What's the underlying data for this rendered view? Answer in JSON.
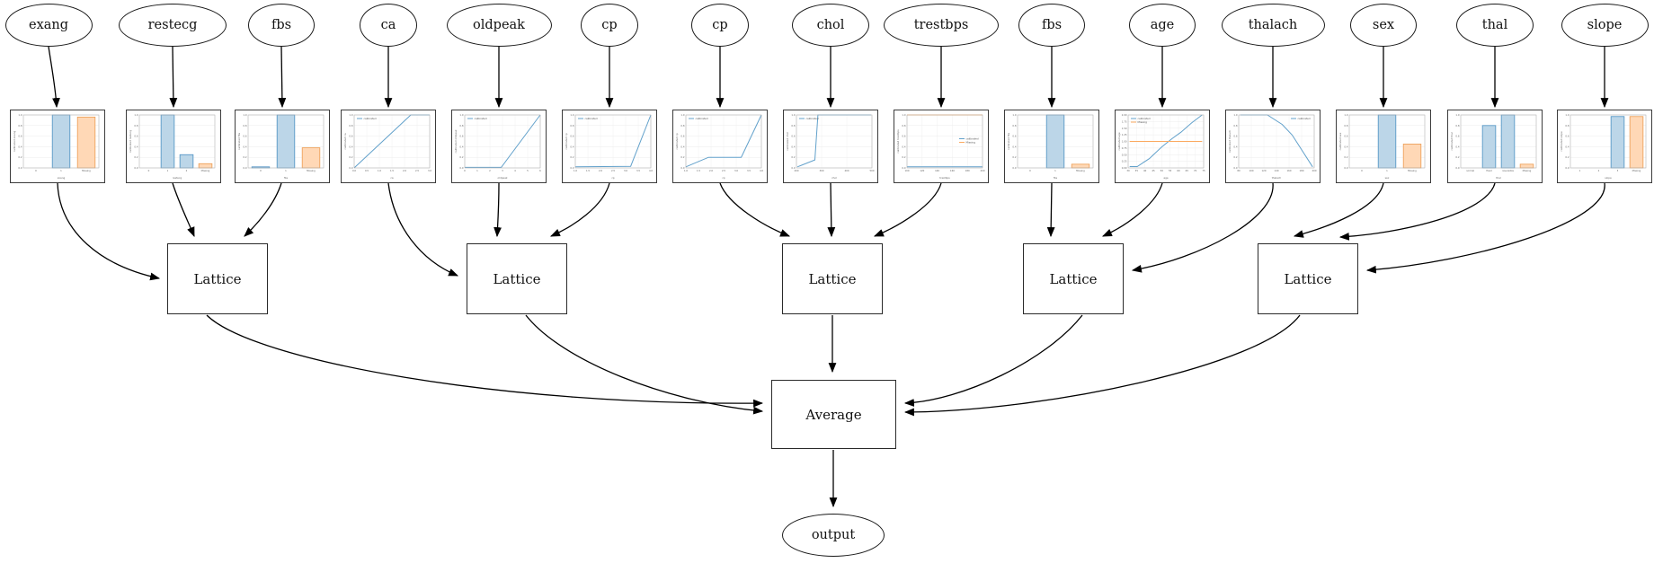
{
  "diagram": {
    "features": [
      {
        "label": "exang"
      },
      {
        "label": "restecg"
      },
      {
        "label": "fbs"
      },
      {
        "label": "ca"
      },
      {
        "label": "oldpeak"
      },
      {
        "label": "cp"
      },
      {
        "label": "cp"
      },
      {
        "label": "chol"
      },
      {
        "label": "trestbps"
      },
      {
        "label": "fbs"
      },
      {
        "label": "age"
      },
      {
        "label": "thalach"
      },
      {
        "label": "sex"
      },
      {
        "label": "thal"
      },
      {
        "label": "slope"
      }
    ],
    "lattice_nodes": [
      {
        "label": "Lattice",
        "inputs": [
          "exang",
          "restecg",
          "fbs"
        ]
      },
      {
        "label": "Lattice",
        "inputs": [
          "ca",
          "oldpeak",
          "cp"
        ]
      },
      {
        "label": "Lattice",
        "inputs": [
          "cp",
          "chol",
          "trestbps"
        ]
      },
      {
        "label": "Lattice",
        "inputs": [
          "fbs",
          "age",
          "thalach"
        ]
      },
      {
        "label": "Lattice",
        "inputs": [
          "sex",
          "thal",
          "slope"
        ]
      }
    ],
    "average_node": {
      "label": "Average"
    },
    "output_node": {
      "label": "output"
    }
  },
  "colors": {
    "bar_blue_fill": "#bcd6e8",
    "bar_blue_edge": "#4a90c2",
    "bar_orange_fill": "#ffd8b6",
    "bar_orange_edge": "#ec9b50",
    "line_blue": "#62a1cb",
    "line_orange": "#fbaa60",
    "grid": "#ececec",
    "frame": "#b3b3b3",
    "tick_text": "#666666",
    "edge": "#000000"
  },
  "chart_data": [
    {
      "type": "bar",
      "feature": "exang",
      "xlabel": "exang",
      "ylabel": "calibrated exang",
      "categories": [
        "0",
        "1",
        "Missing"
      ],
      "values": [
        0,
        1.0,
        0.96
      ],
      "bar_colors": [
        "blue",
        "blue",
        "orange"
      ],
      "ylim": [
        0,
        1
      ],
      "yticks": [
        "0.0",
        "0.2",
        "0.4",
        "0.6",
        "0.8",
        "1.0"
      ],
      "grid": true
    },
    {
      "type": "bar",
      "feature": "restecg",
      "xlabel": "restecg",
      "ylabel": "calibrated restecg",
      "categories": [
        "0",
        "1",
        "2",
        "Missing"
      ],
      "values": [
        0,
        1.0,
        0.25,
        0.08
      ],
      "bar_colors": [
        "blue",
        "blue",
        "blue",
        "orange"
      ],
      "ylim": [
        0,
        1
      ],
      "yticks": [
        "0.0",
        "0.2",
        "0.4",
        "0.6",
        "0.8",
        "1.0"
      ],
      "grid": true
    },
    {
      "type": "bar",
      "feature": "fbs",
      "xlabel": "fbs",
      "ylabel": "calibrated fbs",
      "categories": [
        "0",
        "1",
        "Missing"
      ],
      "values": [
        0.02,
        1.0,
        0.38
      ],
      "bar_colors": [
        "blue",
        "blue",
        "orange"
      ],
      "ylim": [
        0,
        1
      ],
      "yticks": [
        "0.0",
        "0.2",
        "0.4",
        "0.6",
        "0.8",
        "1.0"
      ],
      "grid": true
    },
    {
      "type": "line",
      "feature": "ca",
      "xlabel": "ca",
      "ylabel": "calibrated ca",
      "xlim": [
        0,
        3
      ],
      "xticks": [
        "0.0",
        "0.5",
        "1.0",
        "1.5",
        "2.0",
        "2.5",
        "3.0"
      ],
      "ylim": [
        0,
        1
      ],
      "yticks": [
        "0.0",
        "0.2",
        "0.4",
        "0.6",
        "0.8",
        "1.0"
      ],
      "grid": true,
      "legend": {
        "position": "top-left",
        "entries": [
          "calibrated"
        ]
      },
      "series": [
        {
          "name": "calibrated",
          "color": "blue",
          "x": [
            0,
            2.25,
            3
          ],
          "y": [
            0.0,
            1.0,
            1.0
          ]
        }
      ]
    },
    {
      "type": "line",
      "feature": "oldpeak",
      "xlabel": "oldpeak",
      "ylabel": "calibrated oldpeak",
      "xlim": [
        0,
        6.2
      ],
      "xticks": [
        "0",
        "1",
        "2",
        "3",
        "4",
        "5",
        "6"
      ],
      "ylim": [
        0,
        1
      ],
      "yticks": [
        "0.0",
        "0.2",
        "0.4",
        "0.6",
        "0.8",
        "1.0"
      ],
      "grid": true,
      "legend": {
        "position": "top-left",
        "entries": [
          "calibrated"
        ]
      },
      "series": [
        {
          "name": "calibrated",
          "color": "blue",
          "x": [
            0,
            3,
            6.2
          ],
          "y": [
            0.01,
            0.01,
            1.0
          ]
        }
      ]
    },
    {
      "type": "line",
      "feature": "cp",
      "xlabel": "cp",
      "ylabel": "calibrated cp",
      "xlim": [
        1,
        4
      ],
      "xticks": [
        "1.0",
        "1.5",
        "2.0",
        "2.5",
        "3.0",
        "3.5",
        "4.0"
      ],
      "ylim": [
        0,
        1
      ],
      "yticks": [
        "0.0",
        "0.2",
        "0.4",
        "0.6",
        "0.8",
        "1.0"
      ],
      "grid": true,
      "legend": {
        "position": "top-left",
        "entries": [
          "calibrated"
        ]
      },
      "series": [
        {
          "name": "calibrated",
          "color": "blue",
          "x": [
            1,
            3.2,
            4
          ],
          "y": [
            0.02,
            0.03,
            1.0
          ]
        }
      ]
    },
    {
      "type": "line",
      "feature": "cp",
      "xlabel": "cp",
      "ylabel": "calibrated cp",
      "xlim": [
        1,
        4
      ],
      "xticks": [
        "1.0",
        "1.5",
        "2.0",
        "2.5",
        "3.0",
        "3.5",
        "4.0"
      ],
      "ylim": [
        0,
        1
      ],
      "yticks": [
        "0.0",
        "0.2",
        "0.4",
        "0.6",
        "0.8",
        "1.0"
      ],
      "grid": true,
      "legend": {
        "position": "top-left",
        "entries": [
          "calibrated"
        ]
      },
      "series": [
        {
          "name": "calibrated",
          "color": "blue",
          "x": [
            1,
            1.9,
            3.2,
            4
          ],
          "y": [
            0.02,
            0.2,
            0.2,
            1.0
          ]
        }
      ]
    },
    {
      "type": "line",
      "feature": "chol",
      "xlabel": "chol",
      "ylabel": "calibrated chol",
      "xlim": [
        120,
        570
      ],
      "xticks": [
        "200",
        "300",
        "400",
        "500"
      ],
      "ylim": [
        0,
        1
      ],
      "yticks": [
        "0.0",
        "0.2",
        "0.4",
        "0.6",
        "0.8",
        "1.0"
      ],
      "grid": true,
      "legend": {
        "position": "top-left",
        "entries": [
          "calibrated"
        ]
      },
      "series": [
        {
          "name": "calibrated",
          "color": "blue",
          "x": [
            126,
            230,
            248,
            564
          ],
          "y": [
            0.02,
            0.15,
            1.0,
            1.0
          ]
        }
      ]
    },
    {
      "type": "line",
      "feature": "trestbps",
      "xlabel": "trestbps",
      "ylabel": "calibrated trestbps",
      "xlim": [
        94,
        200
      ],
      "xticks": [
        "100",
        "120",
        "140",
        "160",
        "180",
        "200"
      ],
      "ylim": [
        0,
        1
      ],
      "yticks": [
        "0.0",
        "0.2",
        "0.4",
        "0.6",
        "0.8",
        "1.0"
      ],
      "grid": true,
      "legend": {
        "position": "right-center",
        "entries": [
          "calibrated",
          "Missing"
        ]
      },
      "series": [
        {
          "name": "calibrated",
          "color": "blue",
          "x": [
            94,
            200
          ],
          "y": [
            0.02,
            0.02
          ]
        },
        {
          "name": "Missing",
          "color": "orange",
          "x": [
            94,
            200
          ],
          "y": [
            1.0,
            1.0
          ]
        }
      ]
    },
    {
      "type": "bar",
      "feature": "fbs",
      "xlabel": "fbs",
      "ylabel": "calibrated fbs",
      "categories": [
        "0",
        "1",
        "Missing"
      ],
      "values": [
        0,
        1.0,
        0.07
      ],
      "bar_colors": [
        "blue",
        "blue",
        "orange"
      ],
      "ylim": [
        0,
        1
      ],
      "yticks": [
        "0.0",
        "0.2",
        "0.4",
        "0.6",
        "0.8",
        "1.0"
      ],
      "grid": true
    },
    {
      "type": "line",
      "feature": "age",
      "xlabel": "age",
      "ylabel": "calibrated age",
      "xlim": [
        28,
        78
      ],
      "xticks": [
        "30",
        "35",
        "40",
        "45",
        "50",
        "55",
        "60",
        "65",
        "70",
        "75"
      ],
      "ylim": [
        0,
        2
      ],
      "yticks": [
        "0.00",
        "0.25",
        "0.50",
        "0.75",
        "1.00",
        "1.25",
        "1.50",
        "1.75",
        "2.00"
      ],
      "grid": true,
      "legend": {
        "position": "top-left",
        "entries": [
          "calibrated",
          "Missing"
        ]
      },
      "series": [
        {
          "name": "calibrated",
          "color": "blue",
          "x": [
            29,
            34,
            42,
            50,
            57,
            63,
            70,
            77
          ],
          "y": [
            0.05,
            0.05,
            0.35,
            0.78,
            1.1,
            1.35,
            1.7,
            2.0
          ]
        },
        {
          "name": "Missing",
          "color": "orange",
          "x": [
            29,
            77
          ],
          "y": [
            1.0,
            1.0
          ]
        }
      ]
    },
    {
      "type": "line",
      "feature": "thalach",
      "xlabel": "thalach",
      "ylabel": "calibrated thalach",
      "xlim": [
        68,
        205
      ],
      "xticks": [
        "80",
        "100",
        "120",
        "140",
        "160",
        "180",
        "200"
      ],
      "ylim": [
        0,
        1
      ],
      "yticks": [
        "0.0",
        "0.2",
        "0.4",
        "0.6",
        "0.8",
        "1.0"
      ],
      "grid": true,
      "legend": {
        "position": "top-right",
        "entries": [
          "calibrated"
        ]
      },
      "series": [
        {
          "name": "calibrated",
          "color": "blue",
          "x": [
            71,
            120,
            147,
            165,
            202
          ],
          "y": [
            1.0,
            1.0,
            0.82,
            0.62,
            0.02
          ]
        }
      ]
    },
    {
      "type": "bar",
      "feature": "sex",
      "xlabel": "sex",
      "ylabel": "calibrated sex",
      "categories": [
        "0",
        "1",
        "Missing"
      ],
      "values": [
        0,
        1.0,
        0.45
      ],
      "bar_colors": [
        "blue",
        "blue",
        "orange"
      ],
      "ylim": [
        0,
        1
      ],
      "yticks": [
        "0.0",
        "0.2",
        "0.4",
        "0.6",
        "0.8",
        "1.0"
      ],
      "grid": true
    },
    {
      "type": "bar",
      "feature": "thal",
      "xlabel": "thal",
      "ylabel": "calibrated thal",
      "categories": [
        "normal",
        "fixed",
        "reversible",
        "Missing"
      ],
      "values": [
        0,
        0.8,
        1.0,
        0.07
      ],
      "bar_colors": [
        "blue",
        "blue",
        "blue",
        "orange"
      ],
      "ylim": [
        0,
        1
      ],
      "yticks": [
        "0.0",
        "0.2",
        "0.4",
        "0.6",
        "0.8",
        "1.0"
      ],
      "grid": true
    },
    {
      "type": "bar",
      "feature": "slope",
      "xlabel": "slope",
      "ylabel": "calibrated slope",
      "categories": [
        "1",
        "2",
        "3",
        "Missing"
      ],
      "values": [
        0,
        0,
        0.97,
        0.97
      ],
      "bar_colors": [
        "blue",
        "blue",
        "blue",
        "orange"
      ],
      "ylim": [
        0,
        1
      ],
      "yticks": [
        "0.0",
        "0.2",
        "0.4",
        "0.6",
        "0.8",
        "1.0"
      ],
      "grid": true
    }
  ]
}
